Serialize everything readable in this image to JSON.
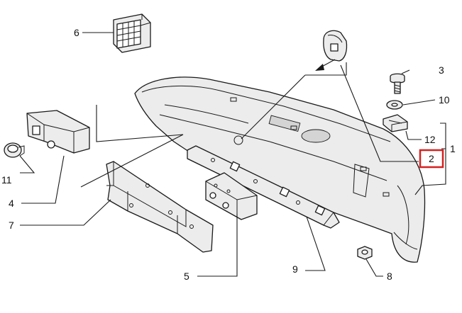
{
  "diagram": {
    "callouts": [
      {
        "id": "callout-1",
        "text": "1"
      },
      {
        "id": "callout-2",
        "text": "2",
        "highlighted": true
      },
      {
        "id": "callout-3",
        "text": "3"
      },
      {
        "id": "callout-4",
        "text": "4"
      },
      {
        "id": "callout-5",
        "text": "5"
      },
      {
        "id": "callout-6",
        "text": "6"
      },
      {
        "id": "callout-7",
        "text": "7"
      },
      {
        "id": "callout-8",
        "text": "8"
      },
      {
        "id": "callout-9",
        "text": "9"
      },
      {
        "id": "callout-10",
        "text": "10"
      },
      {
        "id": "callout-11",
        "text": "11"
      },
      {
        "id": "callout-12",
        "text": "12"
      }
    ],
    "colors": {
      "line": "#1a1a1a",
      "part_fill": "#ececec",
      "highlight": "#d62020"
    }
  }
}
